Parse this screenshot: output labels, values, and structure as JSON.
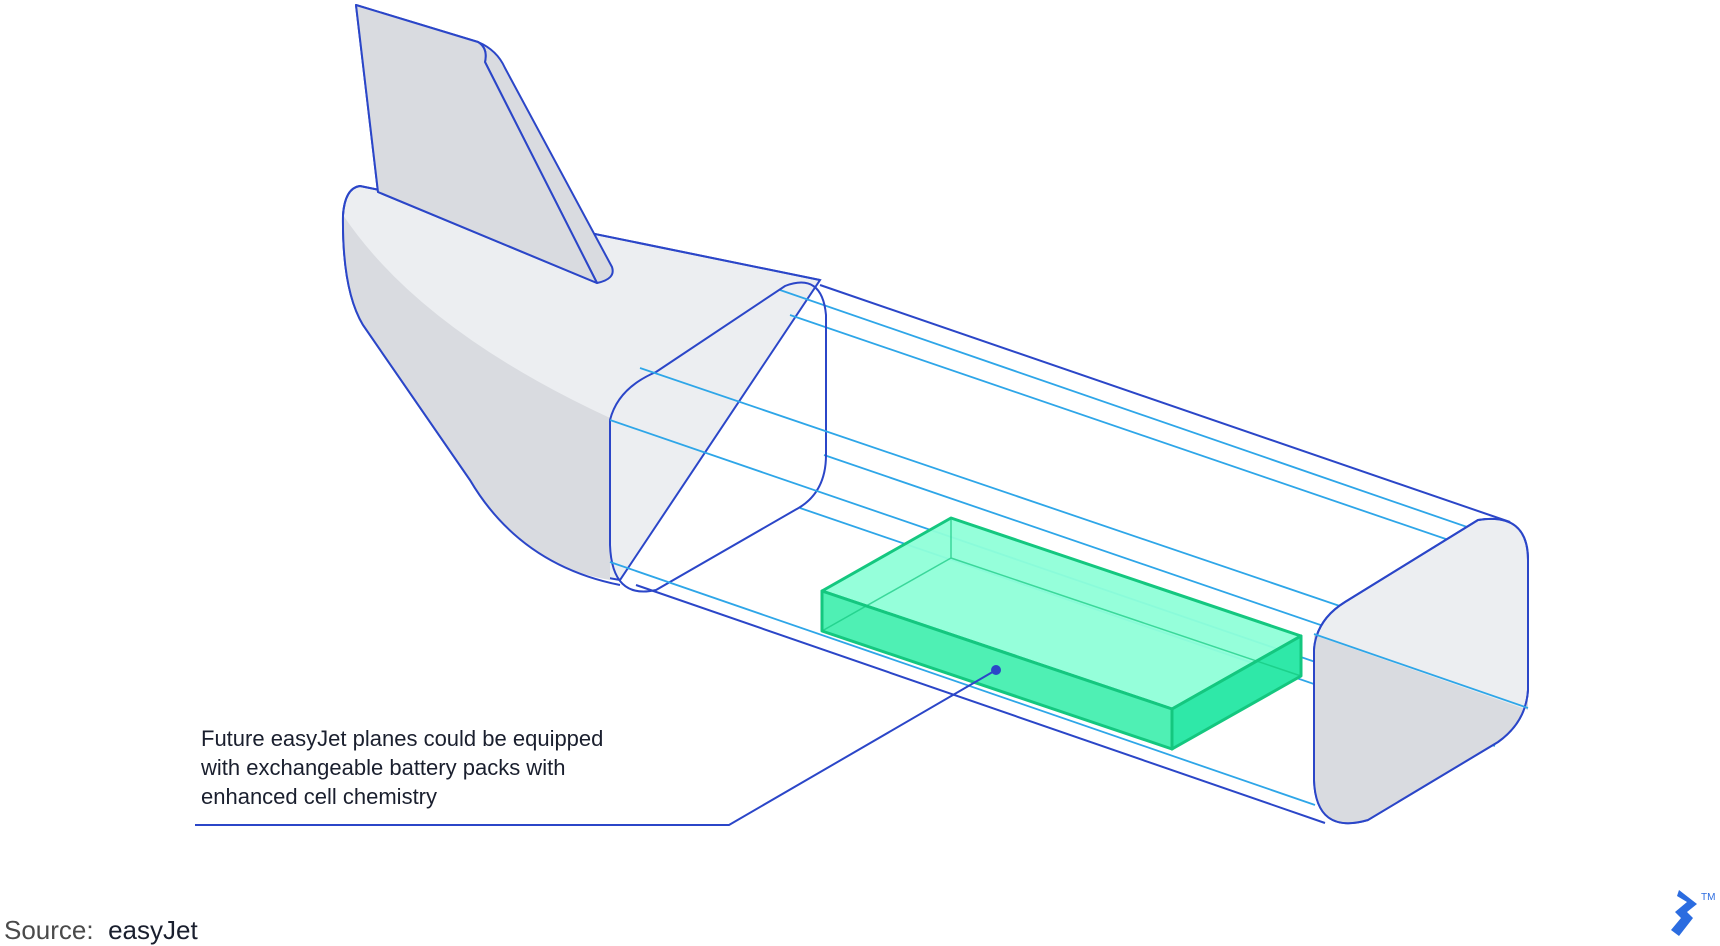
{
  "annotation": {
    "lines": [
      "Future easyJet planes could be equipped",
      "with exchangeable battery packs with",
      "enhanced cell chemistry"
    ]
  },
  "source": {
    "label": "Source:",
    "value": "easyJet"
  },
  "logo": {
    "trademark": "TM"
  },
  "colors": {
    "outline": "#2b46c8",
    "inner_line": "#2ea6e8",
    "fuselage_light": "#eceef1",
    "fuselage_dark": "#d9dbe0",
    "battery_top": "#8fffd8",
    "battery_front": "#4ff0b4",
    "battery_side": "#2fe8a8",
    "battery_stroke": "#14c77f",
    "logo": "#2b6ce0"
  }
}
